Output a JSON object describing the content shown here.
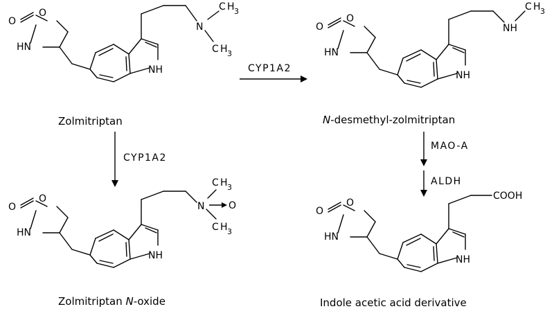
{
  "compounds": [
    {
      "id": "zolmitriptan",
      "name": "Zolmitriptan",
      "name_prefix": "",
      "name_suffix": ""
    },
    {
      "id": "n-desmethyl",
      "name": "",
      "name_prefix": "N",
      "name_suffix": "-desmethyl-zolmitriptan"
    },
    {
      "id": "n-oxide",
      "name": "",
      "name_prefix": "Zolmitriptan ",
      "name_italic": "N",
      "name_suffix": "-oxide"
    },
    {
      "id": "indole-acid",
      "name": "Indole acetic acid derivative",
      "name_prefix": "",
      "name_suffix": ""
    }
  ],
  "atoms": {
    "oxygen": "O",
    "nitrogen": "N",
    "amine_nh": "NH",
    "ring_hn": "HN",
    "carbon": "C",
    "hydrogen3": "H",
    "subscript3": "3",
    "acid": "COOH"
  },
  "enzymes": {
    "top_arrow": "CYP1A2",
    "left_arrow": "CYP1A2",
    "right_arrow_1": "MAO-A",
    "right_arrow_2": "ALDH"
  },
  "colors": {
    "ink": "#000000",
    "background": "#ffffff"
  }
}
